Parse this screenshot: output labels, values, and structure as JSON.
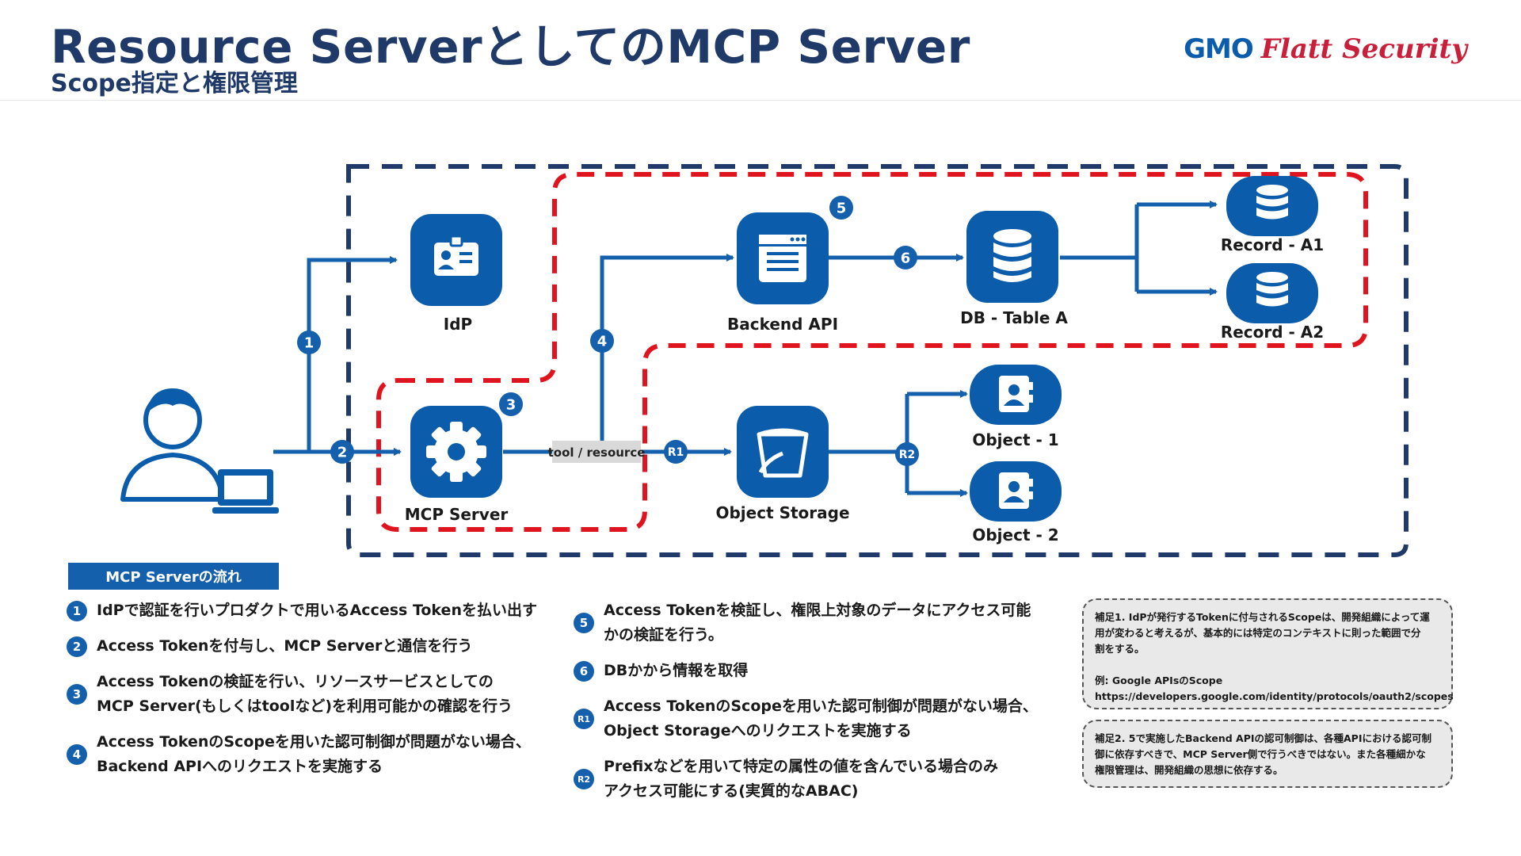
{
  "header": {
    "title": "Resource ServerとしてのMCP Server",
    "subtitle": "Scope指定と権限管理",
    "logo_gmo": "GMO",
    "logo_flatt": "Flatt Security"
  },
  "colors": {
    "brand_blue": "#0b5cab",
    "navy_dash": "#1f3a68",
    "red_dash": "#e0141e",
    "tag_bg": "#d9d9d9"
  },
  "diagram": {
    "nodes": {
      "idp": "IdP",
      "mcp": "MCP Server",
      "backend": "Backend API",
      "db": "DB - Table A",
      "record_a1": "Record - A1",
      "record_a2": "Record - A2",
      "storage": "Object Storage",
      "object1": "Object - 1",
      "object2": "Object - 2"
    },
    "tool_label": "tool / resource",
    "badges": {
      "b1": "1",
      "b2": "2",
      "b3": "3",
      "b4": "4",
      "b5": "5",
      "b6": "6",
      "r1": "R1",
      "r2": "R2"
    },
    "icons": {
      "user": "user-with-laptop-icon",
      "idp": "id-card-icon",
      "mcp": "gear-icon",
      "backend": "browser-window-icon",
      "db": "database-icon",
      "storage": "bucket-icon",
      "object": "contact-card-icon"
    }
  },
  "flow": {
    "heading": "MCP Serverの流れ",
    "left": [
      {
        "badge": "1",
        "text": "IdPで認証を行いプロダクトで用いるAccess Tokenを払い出す"
      },
      {
        "badge": "2",
        "text": "Access Tokenを付与し、MCP Serverと通信を行う"
      },
      {
        "badge": "3",
        "text": "Access Tokenの検証を行い、リソースサービスとしての\nMCP Server(もしくはtoolなど)を利用可能かの確認を行う"
      },
      {
        "badge": "4",
        "text": "Access TokenのScopeを用いた認可制御が問題がない場合、\nBackend APIへのリクエストを実施する"
      }
    ],
    "right": [
      {
        "badge": "5",
        "text": "Access Tokenを検証し、権限上対象のデータにアクセス可能\nかの検証を行う。"
      },
      {
        "badge": "6",
        "text": "DBかから情報を取得"
      },
      {
        "badge": "R1",
        "text": "Access TokenのScopeを用いた認可制御が問題がない場合、\nObject Storageへのリクエストを実施する"
      },
      {
        "badge": "R2",
        "text": "Prefixなどを用いて特定の属性の値を含んでいる場合のみ\nアクセス可能にする(実質的なABAC)"
      }
    ]
  },
  "notes": {
    "note1": "補足1. IdPが発行するTokenに付与されるScopeは、開発組織によって運\n用が変わると考えるが、基本的には特定のコンテキストに則った範囲で分\n割をする。\n\n例: Google APIsのScope\nhttps://developers.google.com/identity/protocols/oauth2/scopes",
    "note2": "補足2. 5で実施したBackend APIの認可制御は、各種APIにおける認可制\n御に依存すべきで、MCP Server側で行うべきではない。また各種細かな\n権限管理は、開発組織の思想に依存する。"
  }
}
